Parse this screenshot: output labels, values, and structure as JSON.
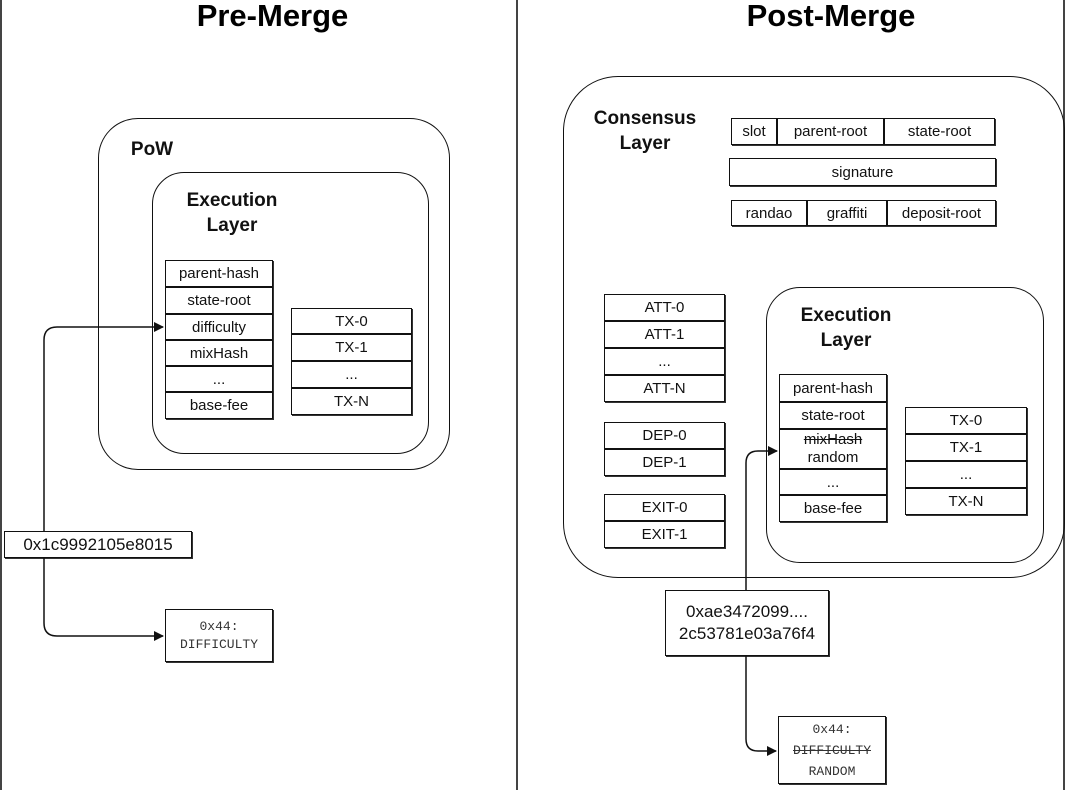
{
  "pre": {
    "title": "Pre-Merge",
    "pow_label": "PoW",
    "execution_label_1": "Execution",
    "execution_label_2": "Layer",
    "header_fields": [
      "parent-hash",
      "state-root",
      "difficulty",
      "mixHash",
      "...",
      "base-fee"
    ],
    "tx_fields": [
      "TX-0",
      "TX-1",
      "...",
      "TX-N"
    ],
    "value": "0x1c9992105e8015",
    "opcode_line1": "0x44:",
    "opcode_line2": "DIFFICULTY"
  },
  "post": {
    "title": "Post-Merge",
    "consensus_label_1": "Consensus",
    "consensus_label_2": "Layer",
    "beacon_fields": {
      "slot": "slot",
      "parent_root": "parent-root",
      "state_root": "state-root",
      "signature": "signature",
      "randao": "randao",
      "graffiti": "graffiti",
      "deposit_root": "deposit-root"
    },
    "attestations": [
      "ATT-0",
      "ATT-1",
      "...",
      "ATT-N"
    ],
    "deposits": [
      "DEP-0",
      "DEP-1"
    ],
    "exits": [
      "EXIT-0",
      "EXIT-1"
    ],
    "execution_label_1": "Execution",
    "execution_label_2": "Layer",
    "header_fields": {
      "parent_hash": "parent-hash",
      "state_root": "state-root",
      "mixhash_old": "mixHash",
      "random": "random",
      "ellipsis": "...",
      "base_fee": "base-fee"
    },
    "tx_fields": [
      "TX-0",
      "TX-1",
      "...",
      "TX-N"
    ],
    "value_line1": "0xae3472099....",
    "value_line2": "2c53781e03a76f4",
    "opcode_line1": "0x44:",
    "opcode_old": "DIFFICULTY",
    "opcode_new": "RANDOM"
  }
}
